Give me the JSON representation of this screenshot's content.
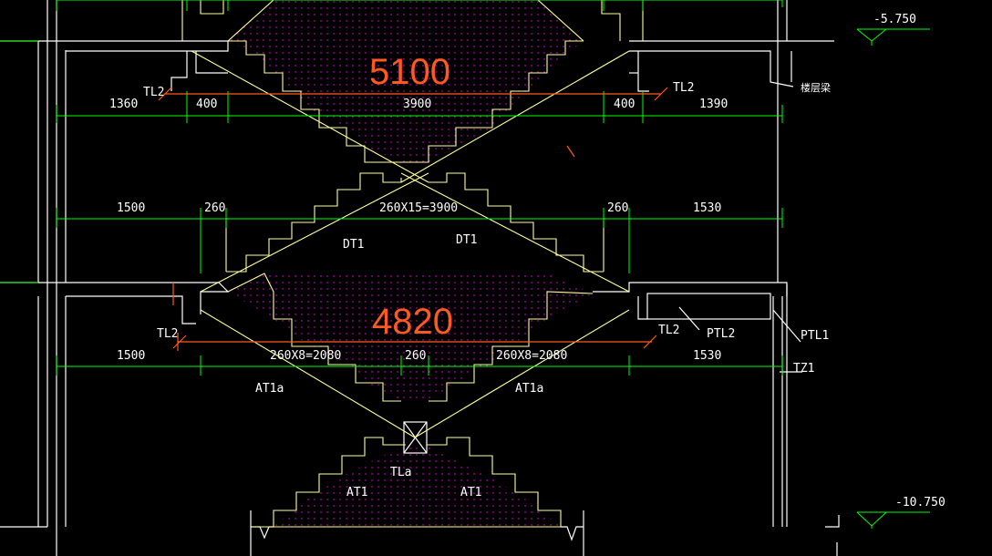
{
  "colors": {
    "background": "#000000",
    "structure": "#ffffff",
    "stair": "#ffff99",
    "dimension": "#00ff00",
    "annotation": "#ff5a1e",
    "hatch": "#ff00ff"
  },
  "elevations": {
    "top": "-5.750",
    "bottom": "-10.750"
  },
  "heights": {
    "upper": "5100",
    "lower": "4820"
  },
  "dims_upper": {
    "left": "1360",
    "left_gap": "400",
    "middle": "3900",
    "right_gap": "400",
    "right": "1390"
  },
  "dims_mid": {
    "left": "1500",
    "left_gap": "260",
    "middle": "260X15=3900",
    "right_gap": "260",
    "right": "1530"
  },
  "dims_lower": {
    "left": "1500",
    "left_run": "260X8=2080",
    "middle": "260",
    "right_run": "260X8=2080",
    "right": "1530"
  },
  "labels": {
    "tl2_upper_left": "TL2",
    "tl2_upper_right": "TL2",
    "floor_beam": "楼层梁",
    "dt1_left": "DT1",
    "dt1_right": "DT1",
    "tl2_lower_left": "TL2",
    "tl2_lower_right": "TL2",
    "ptl2": "PTL2",
    "ptl1": "PTL1",
    "tz1": "TZ1",
    "at1a_left": "AT1a",
    "at1a_right": "AT1a",
    "tla": "TLa",
    "at1_left": "AT1",
    "at1_right": "AT1"
  }
}
